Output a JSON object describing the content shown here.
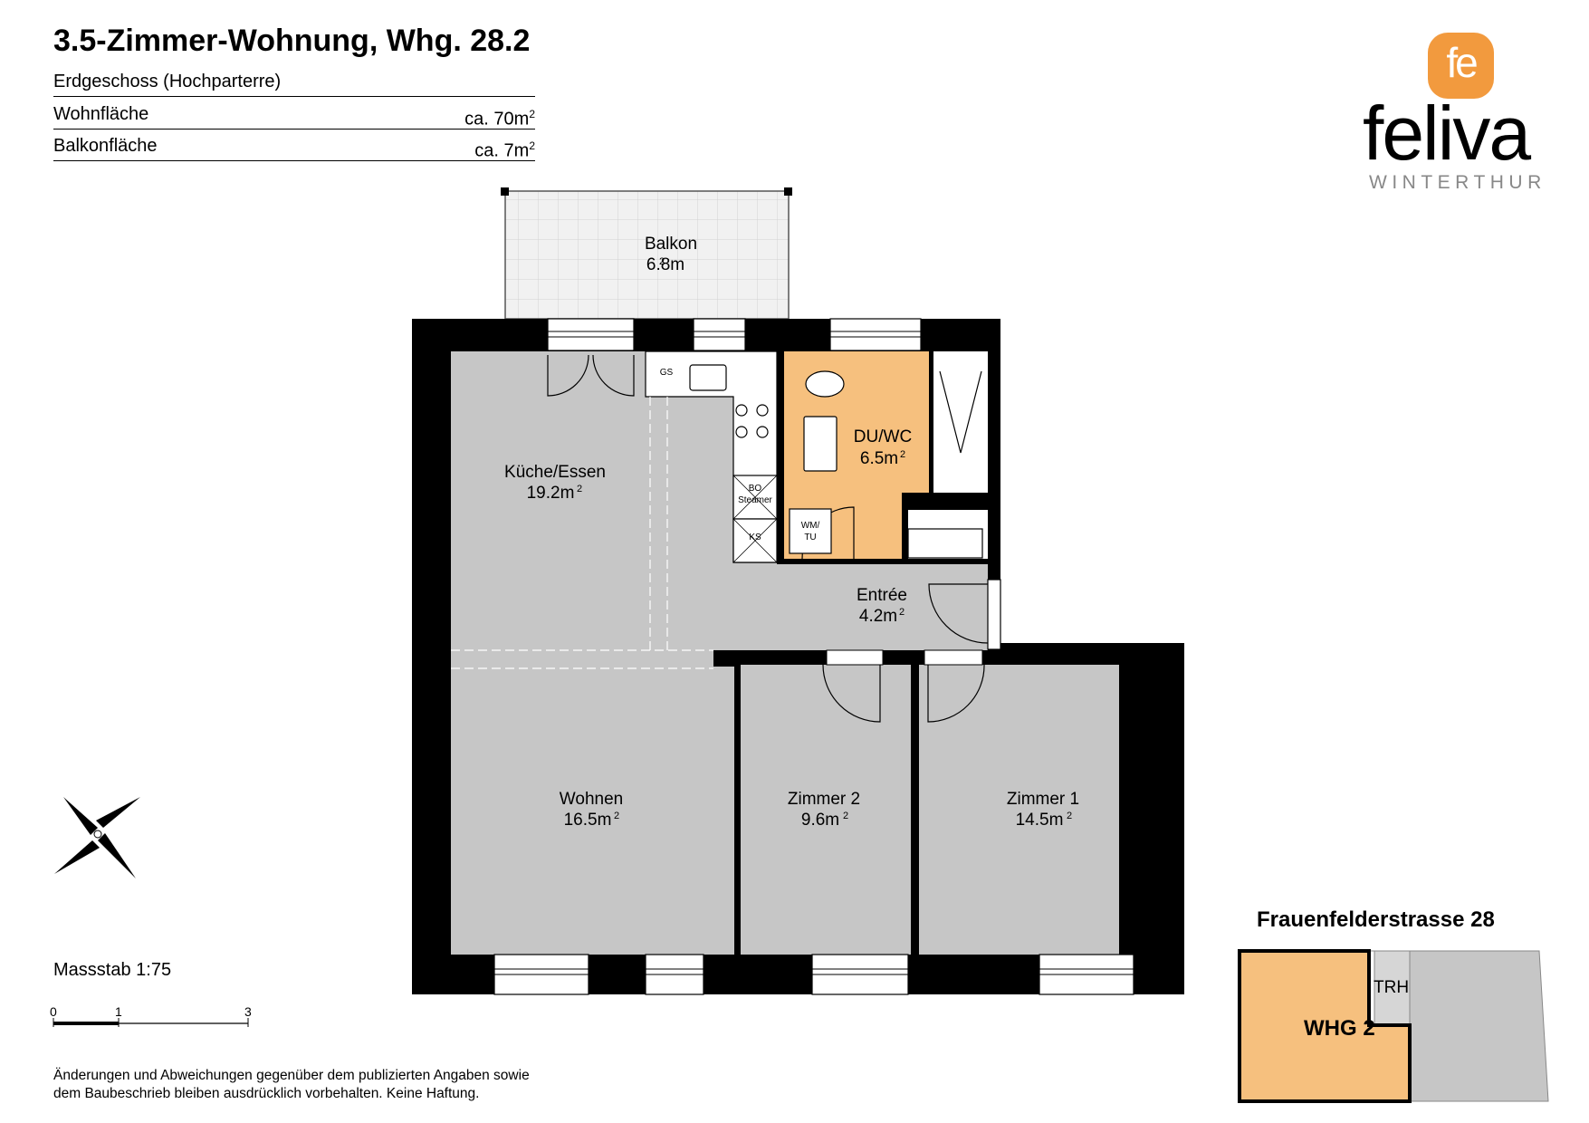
{
  "header": {
    "title": "3.5-Zimmer-Wohnung, Whg. 28.2",
    "floor": "Erdgeschoss (Hochparterre)",
    "living_area_label": "Wohnfläche",
    "living_area_value": "ca. 70m",
    "balcony_area_label": "Balkonfläche",
    "balcony_area_value": "ca. 7m",
    "squared_sup": "2"
  },
  "logo": {
    "monogram": "fe",
    "brand": "feliva",
    "city": "WINTERTHUR",
    "color": "#f29a3e"
  },
  "rooms": {
    "balkon": {
      "name": "Balkon",
      "area": "6.8m"
    },
    "kueche": {
      "name": "Küche/Essen",
      "area": "19.2m"
    },
    "duwc": {
      "name": "DU/WC",
      "area": "6.5m"
    },
    "entree": {
      "name": "Entrée",
      "area": "4.2m"
    },
    "wohnen": {
      "name": "Wohnen",
      "area": "16.5m"
    },
    "zimmer2": {
      "name": "Zimmer 2",
      "area": "9.6m"
    },
    "zimmer1": {
      "name": "Zimmer 1",
      "area": "14.5m"
    }
  },
  "fixtures": {
    "gs": "GS",
    "bo": "BO",
    "steamer": "Steamer",
    "ks": "KS",
    "wm": "WM/",
    "tu": "TU"
  },
  "scale": {
    "label": "Massstab 1:75",
    "ticks": [
      "0",
      "1",
      "3"
    ]
  },
  "disclaimer": [
    "Änderungen und Abweichungen gegenüber dem publizierten Angaben sowie",
    "dem Baubeschrieb bleiben ausdrücklich vorbehalten. Keine Haftung."
  ],
  "keyplan": {
    "address": "Frauenfelderstrasse 28",
    "unit": "WHG 2",
    "trh": "TRH",
    "unit_color": "#f6c07e"
  },
  "colors": {
    "room_fill": "#c6c6c6",
    "bath_fill": "#f6c07e",
    "wall": "#000000"
  }
}
